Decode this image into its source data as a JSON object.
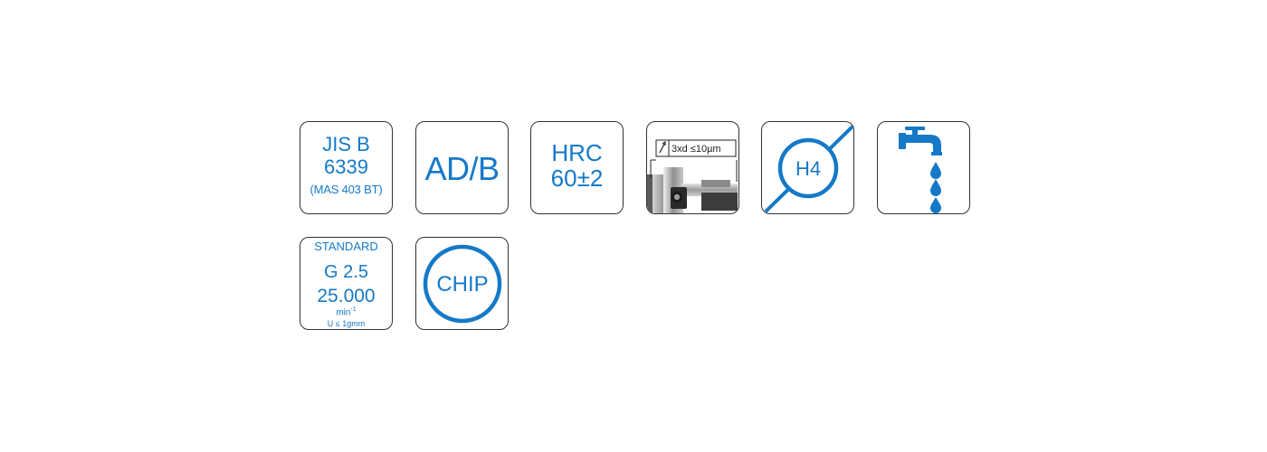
{
  "icons": {
    "jis": {
      "line1": "JIS B",
      "line2": "6339",
      "line3": "(MAS 403 BT)"
    },
    "adb": {
      "label": "AD/B"
    },
    "hrc": {
      "line1": "HRC",
      "line2": "60±2"
    },
    "runout": {
      "label": "3xd ≤10µm"
    },
    "tolerance": {
      "label": "H4"
    },
    "coolant": {
      "icon": "coolant-tap-icon"
    },
    "balance": {
      "line1": "STANDARD",
      "line2": "G 2.5",
      "line3": "25.000",
      "unit": "min",
      "unit_exp": "-1",
      "line5": "U ≤ 1gmm"
    },
    "chip": {
      "label": "CHIP"
    }
  },
  "colors": {
    "accent": "#1579c8",
    "border": "#333333"
  }
}
